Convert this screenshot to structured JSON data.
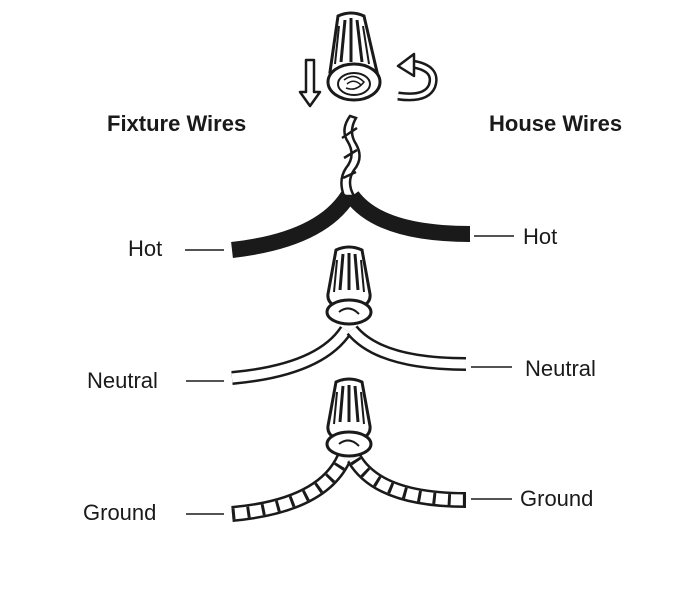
{
  "headings": {
    "left": "Fixture Wires",
    "right": "House Wires"
  },
  "wires": {
    "hot": {
      "left_label": "Hot",
      "right_label": "Hot"
    },
    "neutral": {
      "left_label": "Neutral",
      "right_label": "Neutral"
    },
    "ground": {
      "left_label": "Ground",
      "right_label": "Ground"
    }
  },
  "colors": {
    "line": "#1a1a1a",
    "background": "#ffffff"
  },
  "icons": [
    "wire-nut-icon",
    "down-arrow-icon",
    "twist-arrow-icon"
  ]
}
